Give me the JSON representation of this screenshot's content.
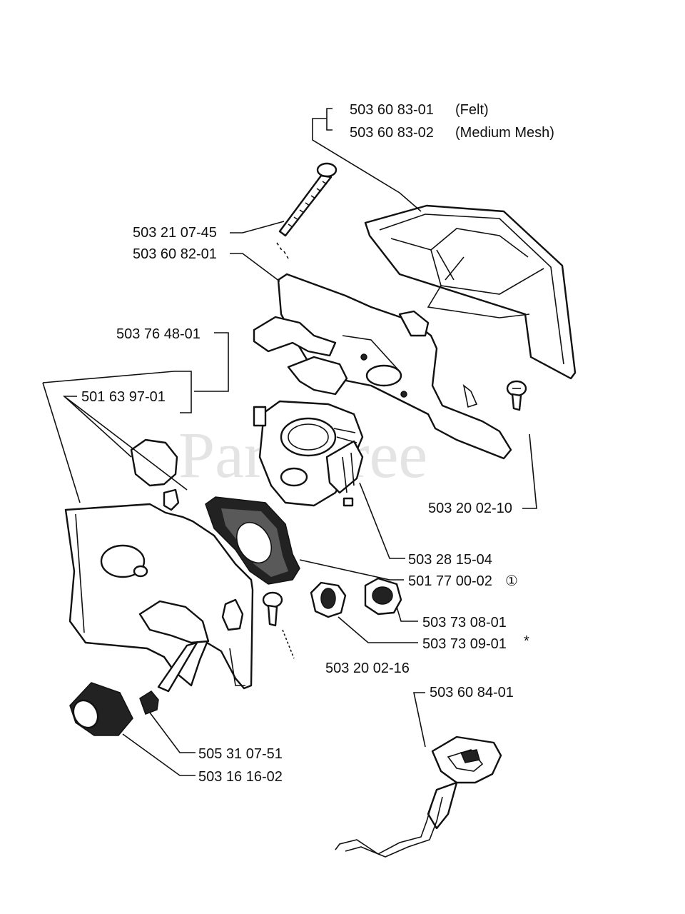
{
  "watermark": "PartsTree",
  "labels": {
    "p1": "503 60 83-01",
    "p1_note": "(Felt)",
    "p2": "503 60 83-02",
    "p2_note": "(Medium Mesh)",
    "p3": "503 21 07-45",
    "p4": "503 60 82-01",
    "p5": "503 76 48-01",
    "p6": "501 63 97-01",
    "p7": "503 20 02-10",
    "p8": "503 28 15-04",
    "p9": "501 77 00-02",
    "p9_mark": "①",
    "p10": "503 73 08-01",
    "p11": "503 73 09-01",
    "p11_mark": "*",
    "p12": "503 20 02-16",
    "p13": "503 60 84-01",
    "p14": "505 31 07-51",
    "p15": "503 16 16-02"
  }
}
